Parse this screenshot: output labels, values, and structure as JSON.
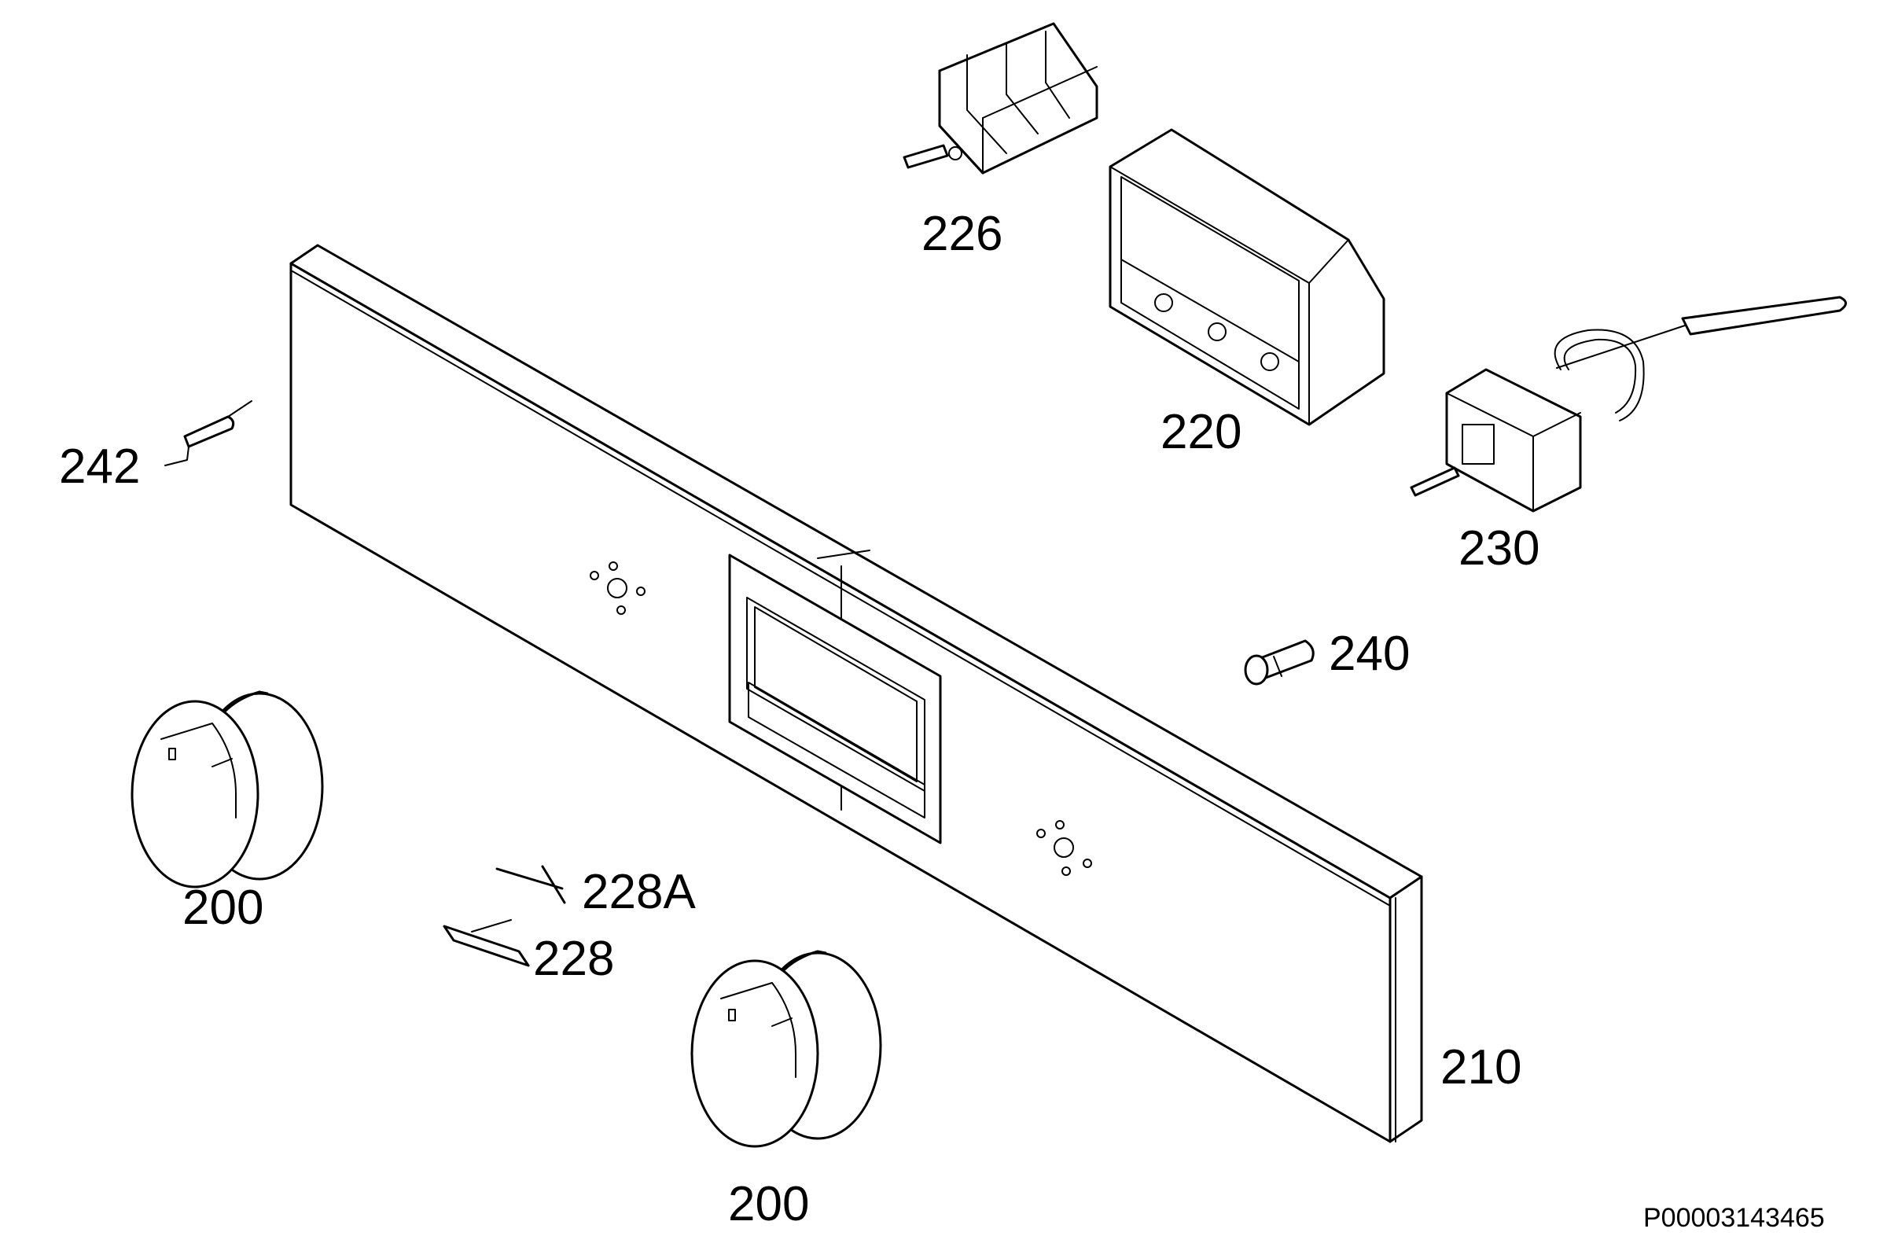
{
  "labels": {
    "knob_top": "200",
    "knob_bottom": "200",
    "panel": "210",
    "programmer": "220",
    "switch": "226",
    "pin_a": "228A",
    "pin": "228",
    "thermostat": "230",
    "lamp": "240",
    "connector": "242"
  },
  "reference": "P00003143465"
}
